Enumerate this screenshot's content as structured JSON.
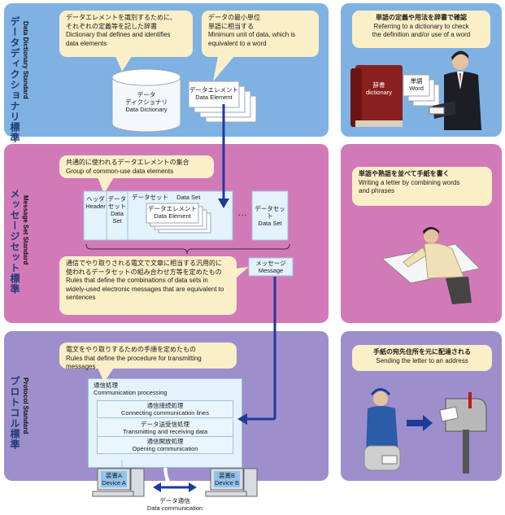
{
  "dictionary": {
    "label_jp": "データディクショナリ標準",
    "label_en": "Data Dictionary Standard",
    "callout1": [
      "データエレメントを識別するために、",
      "それぞれの定義等を記した辞書",
      "Dictionary that defines and identifies",
      "data elements"
    ],
    "callout2": [
      "データの最小単位",
      "単語に相当する",
      "Minimum unit of data, which is",
      "equivalent to a word"
    ],
    "cylinder": [
      "データ",
      "ディクショナリ",
      "Data Dictionary"
    ],
    "element_card": [
      "データエレメント",
      "Data Element"
    ],
    "right_callout": [
      "単語の定義や用法を辞書で確認",
      "Referring to a dictionary to check",
      "the definition and/or use of a word"
    ],
    "book_label": [
      "辞書",
      "dictionary"
    ],
    "word_card": [
      "単語",
      "Word"
    ]
  },
  "message": {
    "label_jp": "メッセージセット標準",
    "label_en": "Message Set Standard",
    "callout_top": [
      "共通的に使われるデータエレメントの集合",
      "Group of common-use data elements"
    ],
    "header_cell": [
      "ヘッダ",
      "Header"
    ],
    "dataset_cell": [
      "データ",
      "セット",
      "Data",
      "Set"
    ],
    "dataset_wide": [
      "データセット",
      "Data Set"
    ],
    "inner_element": [
      "データエレメント",
      "Data Element"
    ],
    "ellipsis": "…",
    "dataset_last": [
      "データセット",
      "Data Set"
    ],
    "msg_box": [
      "メッセージ",
      "Message"
    ],
    "callout_bottom": [
      "通信でやり取りされる電文で文章に相当する汎用的に",
      "使われるデータセットの組み合わせ方等を定めたもの",
      "Rules that define the combinations of data sets in",
      "widely-used electronic messages that are equivalent to",
      "sentences"
    ],
    "right_callout": [
      "単語や熟語を並べて手紙を書く",
      "Writing a letter by combining words",
      "and phrases"
    ]
  },
  "protocol": {
    "label_jp": "プロトコル標準",
    "label_en": "Protocol Standard",
    "callout": [
      "電文をやり取りするための手順を定めたもの",
      "Rules that define the procedure for transmitting messages"
    ],
    "comm_title": [
      "通信処理",
      "Communication processing"
    ],
    "comm_rows": [
      [
        "通信接続処理",
        "Connecting communication lines"
      ],
      [
        "データ送受信処理",
        "Transmitting and receiving data"
      ],
      [
        "通信開放処理",
        "Opening communication"
      ]
    ],
    "device_a": [
      "装置A",
      "Device A"
    ],
    "device_b": [
      "装置B",
      "Device B"
    ],
    "data_comm": [
      "データ通信",
      "Data communication"
    ],
    "right_callout": [
      "手紙の宛先住所を元に配達される",
      "Sending the letter to an address"
    ]
  },
  "colors": {
    "blue_panel": "#7fb2e3",
    "pink_panel": "#d27ab8",
    "purple_panel": "#9d8fcc",
    "callout": "#fbefc8",
    "arrow": "#1f3a9a"
  }
}
